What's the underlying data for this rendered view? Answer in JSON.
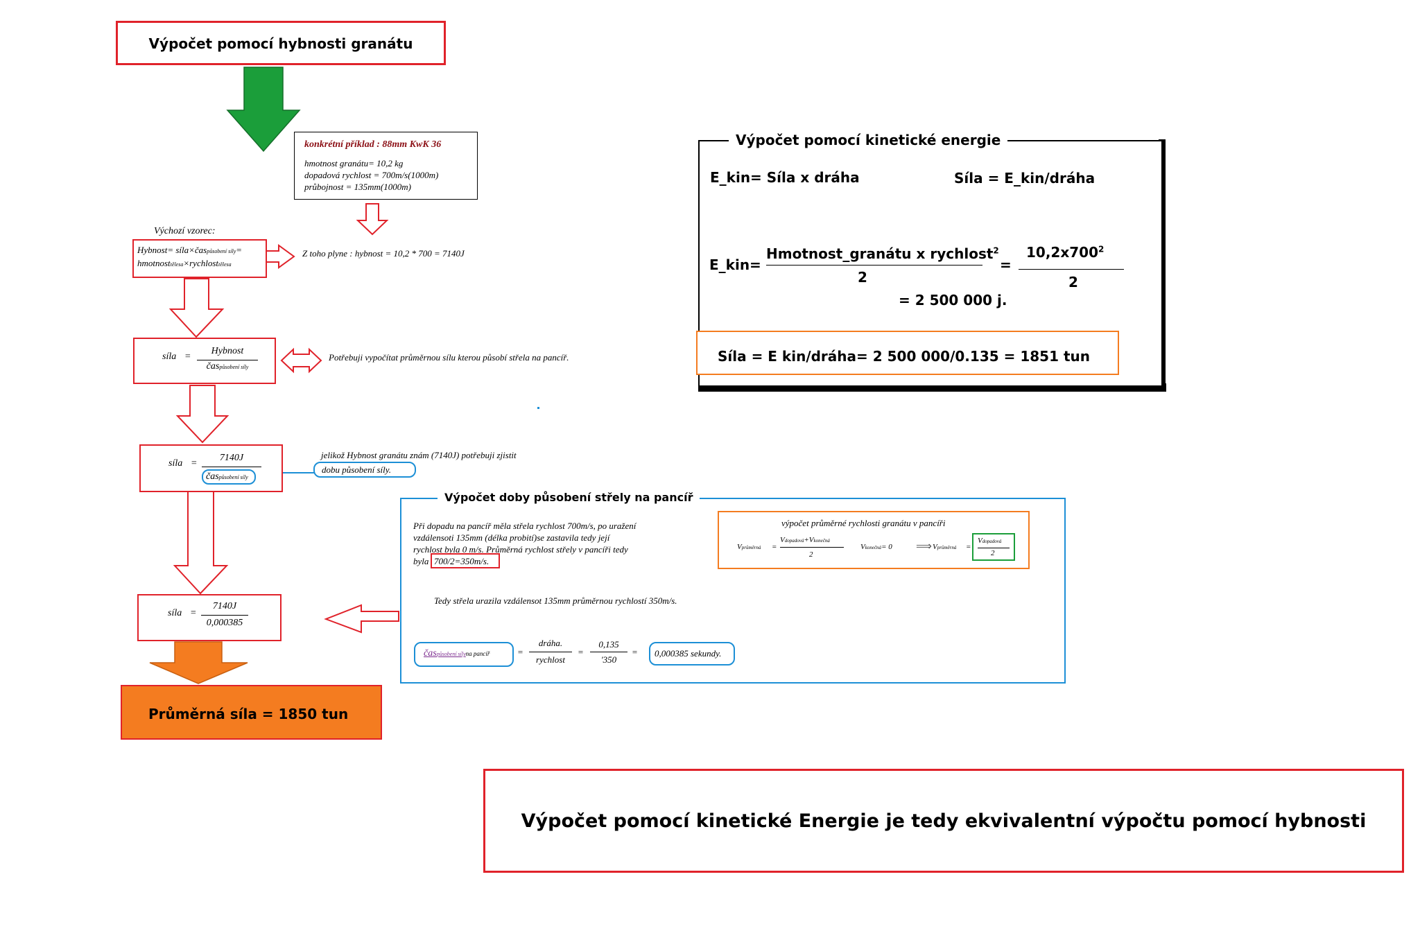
{
  "colors": {
    "red": "#e0222a",
    "green": "#1b9e3a",
    "orange": "#f47c20",
    "blue": "#1c8fd6",
    "darkred": "#8b0e14",
    "purple": "#7b2a8e"
  },
  "momentum": {
    "title": "Výpočet pomocí hybnosti granátu",
    "example": {
      "title": "konkrétní příklad  : 88mm KwK 36",
      "lines": [
        "hmotnost granátu= 10,2 kg",
        "dopadová rychlost = 700m/s(1000m)",
        "průbojnost = 135mm(1000m)"
      ]
    },
    "base_formula_label": "Výchozí vzorec:",
    "formula_line1": {
      "a": "Hybnost= síla×čas",
      "sub": "působení síly",
      "b": "="
    },
    "formula_line2": {
      "a": "hmotnost",
      "sub1": "tělesa",
      "b": "×rychlost",
      "sub2": "tělesa"
    },
    "derived": "Z toho plyne : hybnost = 10,2 * 700 = 7140J",
    "step1": {
      "left": "síla",
      "eq": "=",
      "num": "Hybnost",
      "den": "čas",
      "den_sub": "působení síly"
    },
    "step1_note": "Potřebuji vypočítat průměrnou sílu kterou působí střela na pancíř.",
    "step2": {
      "left": "síla",
      "eq": "=",
      "num": "7140J",
      "den": "čas",
      "den_sub": "působení síly"
    },
    "step2_note_a": "jelikož Hybnost granátu znám (7140J) potřebuji zjistit",
    "step2_note_b": "dobu působení síly.",
    "step3": {
      "left": "síla",
      "eq": "=",
      "num": "7140J",
      "den": "0,000385"
    },
    "result": "Průměrná síla = 1850 tun"
  },
  "kinetic": {
    "title": "Výpočet pomocí kinetické energie",
    "eq1_left": "E_kin=  Síla x dráha",
    "eq1_right": "Síla = E_kin/dráha",
    "eq2_left": "E_kin=",
    "eq2_num": "Hmotnost_granátu x rychlost",
    "eq2_sup": "2",
    "eq2_den": "2",
    "eq2_eq": "=",
    "eq2_num2": "10,2x700",
    "eq2_sup2": "2",
    "eq2_den2": "2",
    "eq2_result": "= 2 500 000 j.",
    "result": "Síla = E  kin/dráha= 2 500 000/0.135 = 1851 tun"
  },
  "duration": {
    "title": "Výpočet doby působení střely na pancíř",
    "text_lines": [
      "Při dopadu na pancíř měla střela rychlost 700m/s, po uražení",
      "vzdálensoti 135mm (délka probití)se zastavila tedy její",
      "rychlost byla 0 m/s. Průměrná rychlost střely v pancíři tedy"
    ],
    "text_last_prefix": "byla",
    "text_last_boxed": "700/2=350m/s.",
    "avg_box": {
      "title": "výpočet průměrné rychlosti granátu v pancíři",
      "vavg": "V",
      "vavg_sub": "průměrná",
      "eq": "=",
      "num_a": "V",
      "num_a_sub": "dopadová",
      "plus": "+V",
      "num_b_sub": "konečná",
      "den": "2",
      "vk": "V",
      "vk_sub": "konečná",
      "vk_val": "= 0",
      "impl": "⟹",
      "vavg2": "V",
      "vavg2_sub": "průměrná",
      "eq2": "=",
      "res_num": "V",
      "res_num_sub": "dopadová",
      "res_den": "2"
    },
    "travel": "Tedy střela urazila vzdálensot 135mm průměrnou rychlostí 350m/s.",
    "time": {
      "lhs": "čas",
      "lhs_sub": "působení síly",
      "lhs_tail": "na pancíř",
      "eq1": "=",
      "num1": "dráha.",
      "den1": "rychlost",
      "eq2": "=",
      "num2": "0,135",
      "den2": "'350",
      "eq3": "=",
      "result": "0,000385 sekundy."
    }
  },
  "conclusion": "Výpočet pomocí kinetické Energie je tedy ekvivalentní výpočtu pomocí hybnosti"
}
